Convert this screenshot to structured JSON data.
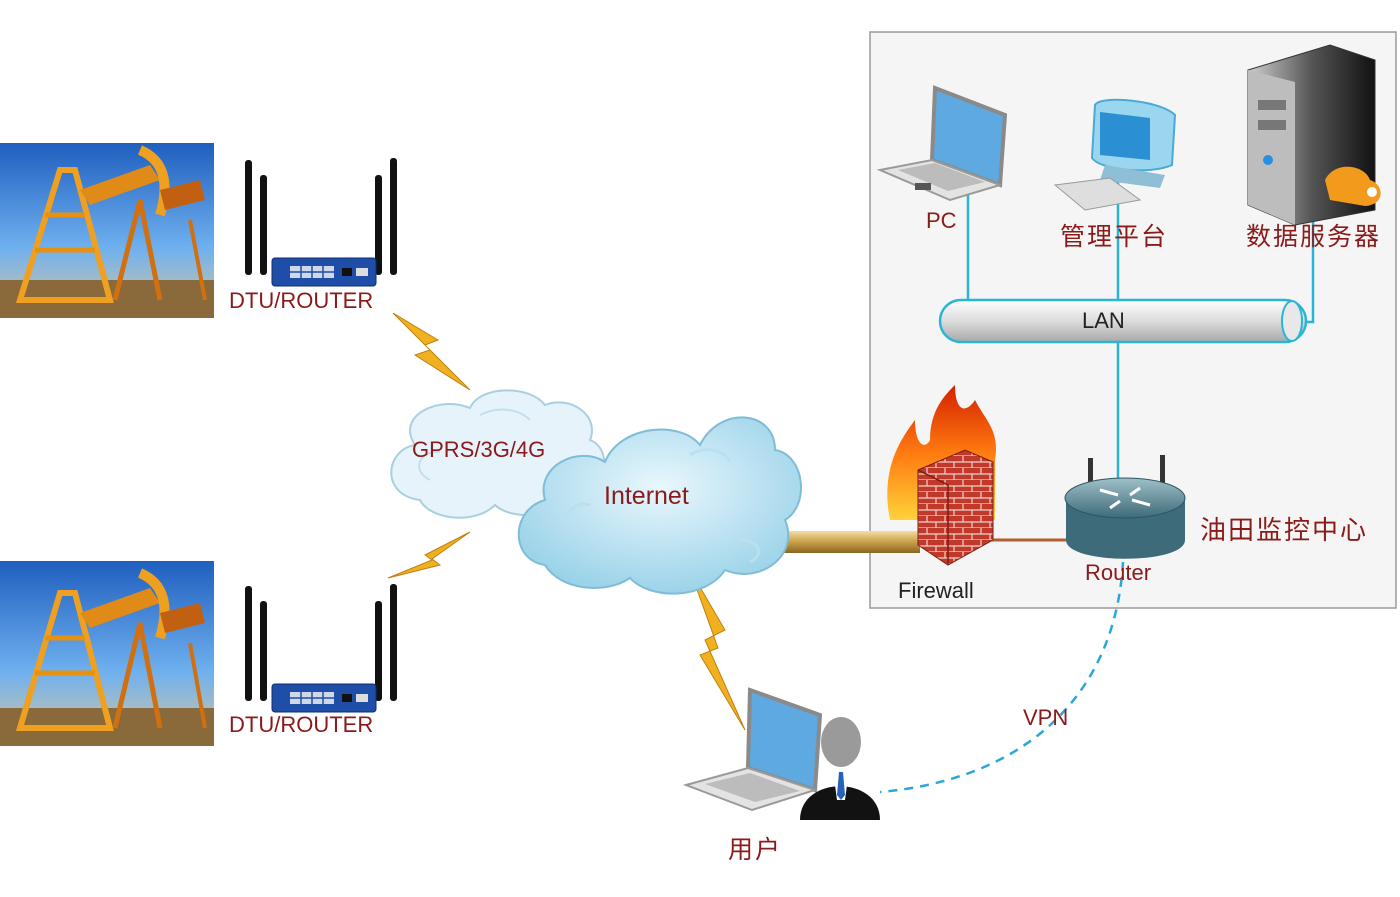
{
  "labels": {
    "dtu_router_1": "DTU/ROUTER",
    "dtu_router_2": "DTU/ROUTER",
    "gprs": "GPRS/3G/4G",
    "internet": "Internet",
    "pc": "PC",
    "mgmt": "管理平台",
    "server": "数据服务器",
    "lan": "LAN",
    "firewall": "Firewall",
    "router": "Router",
    "center": "油田监控中心",
    "vpn": "VPN",
    "user": "用户"
  },
  "icons": {
    "oilfield": "oil-pumpjack-photo",
    "dtu": "dtu-router-device",
    "cloud": "cloud",
    "laptop": "laptop",
    "monitor": "crt-monitor",
    "server": "server-tower",
    "firewall": "firewall-brick-wall",
    "router": "router",
    "user": "business-user",
    "lightning": "lightning-bolt"
  },
  "colors": {
    "label_red": "#8b1a1a",
    "link_cyan": "#29b6d6",
    "lightning": "#f0b020",
    "cloud": "#9fd6ea",
    "border": "#bbbbbb"
  }
}
